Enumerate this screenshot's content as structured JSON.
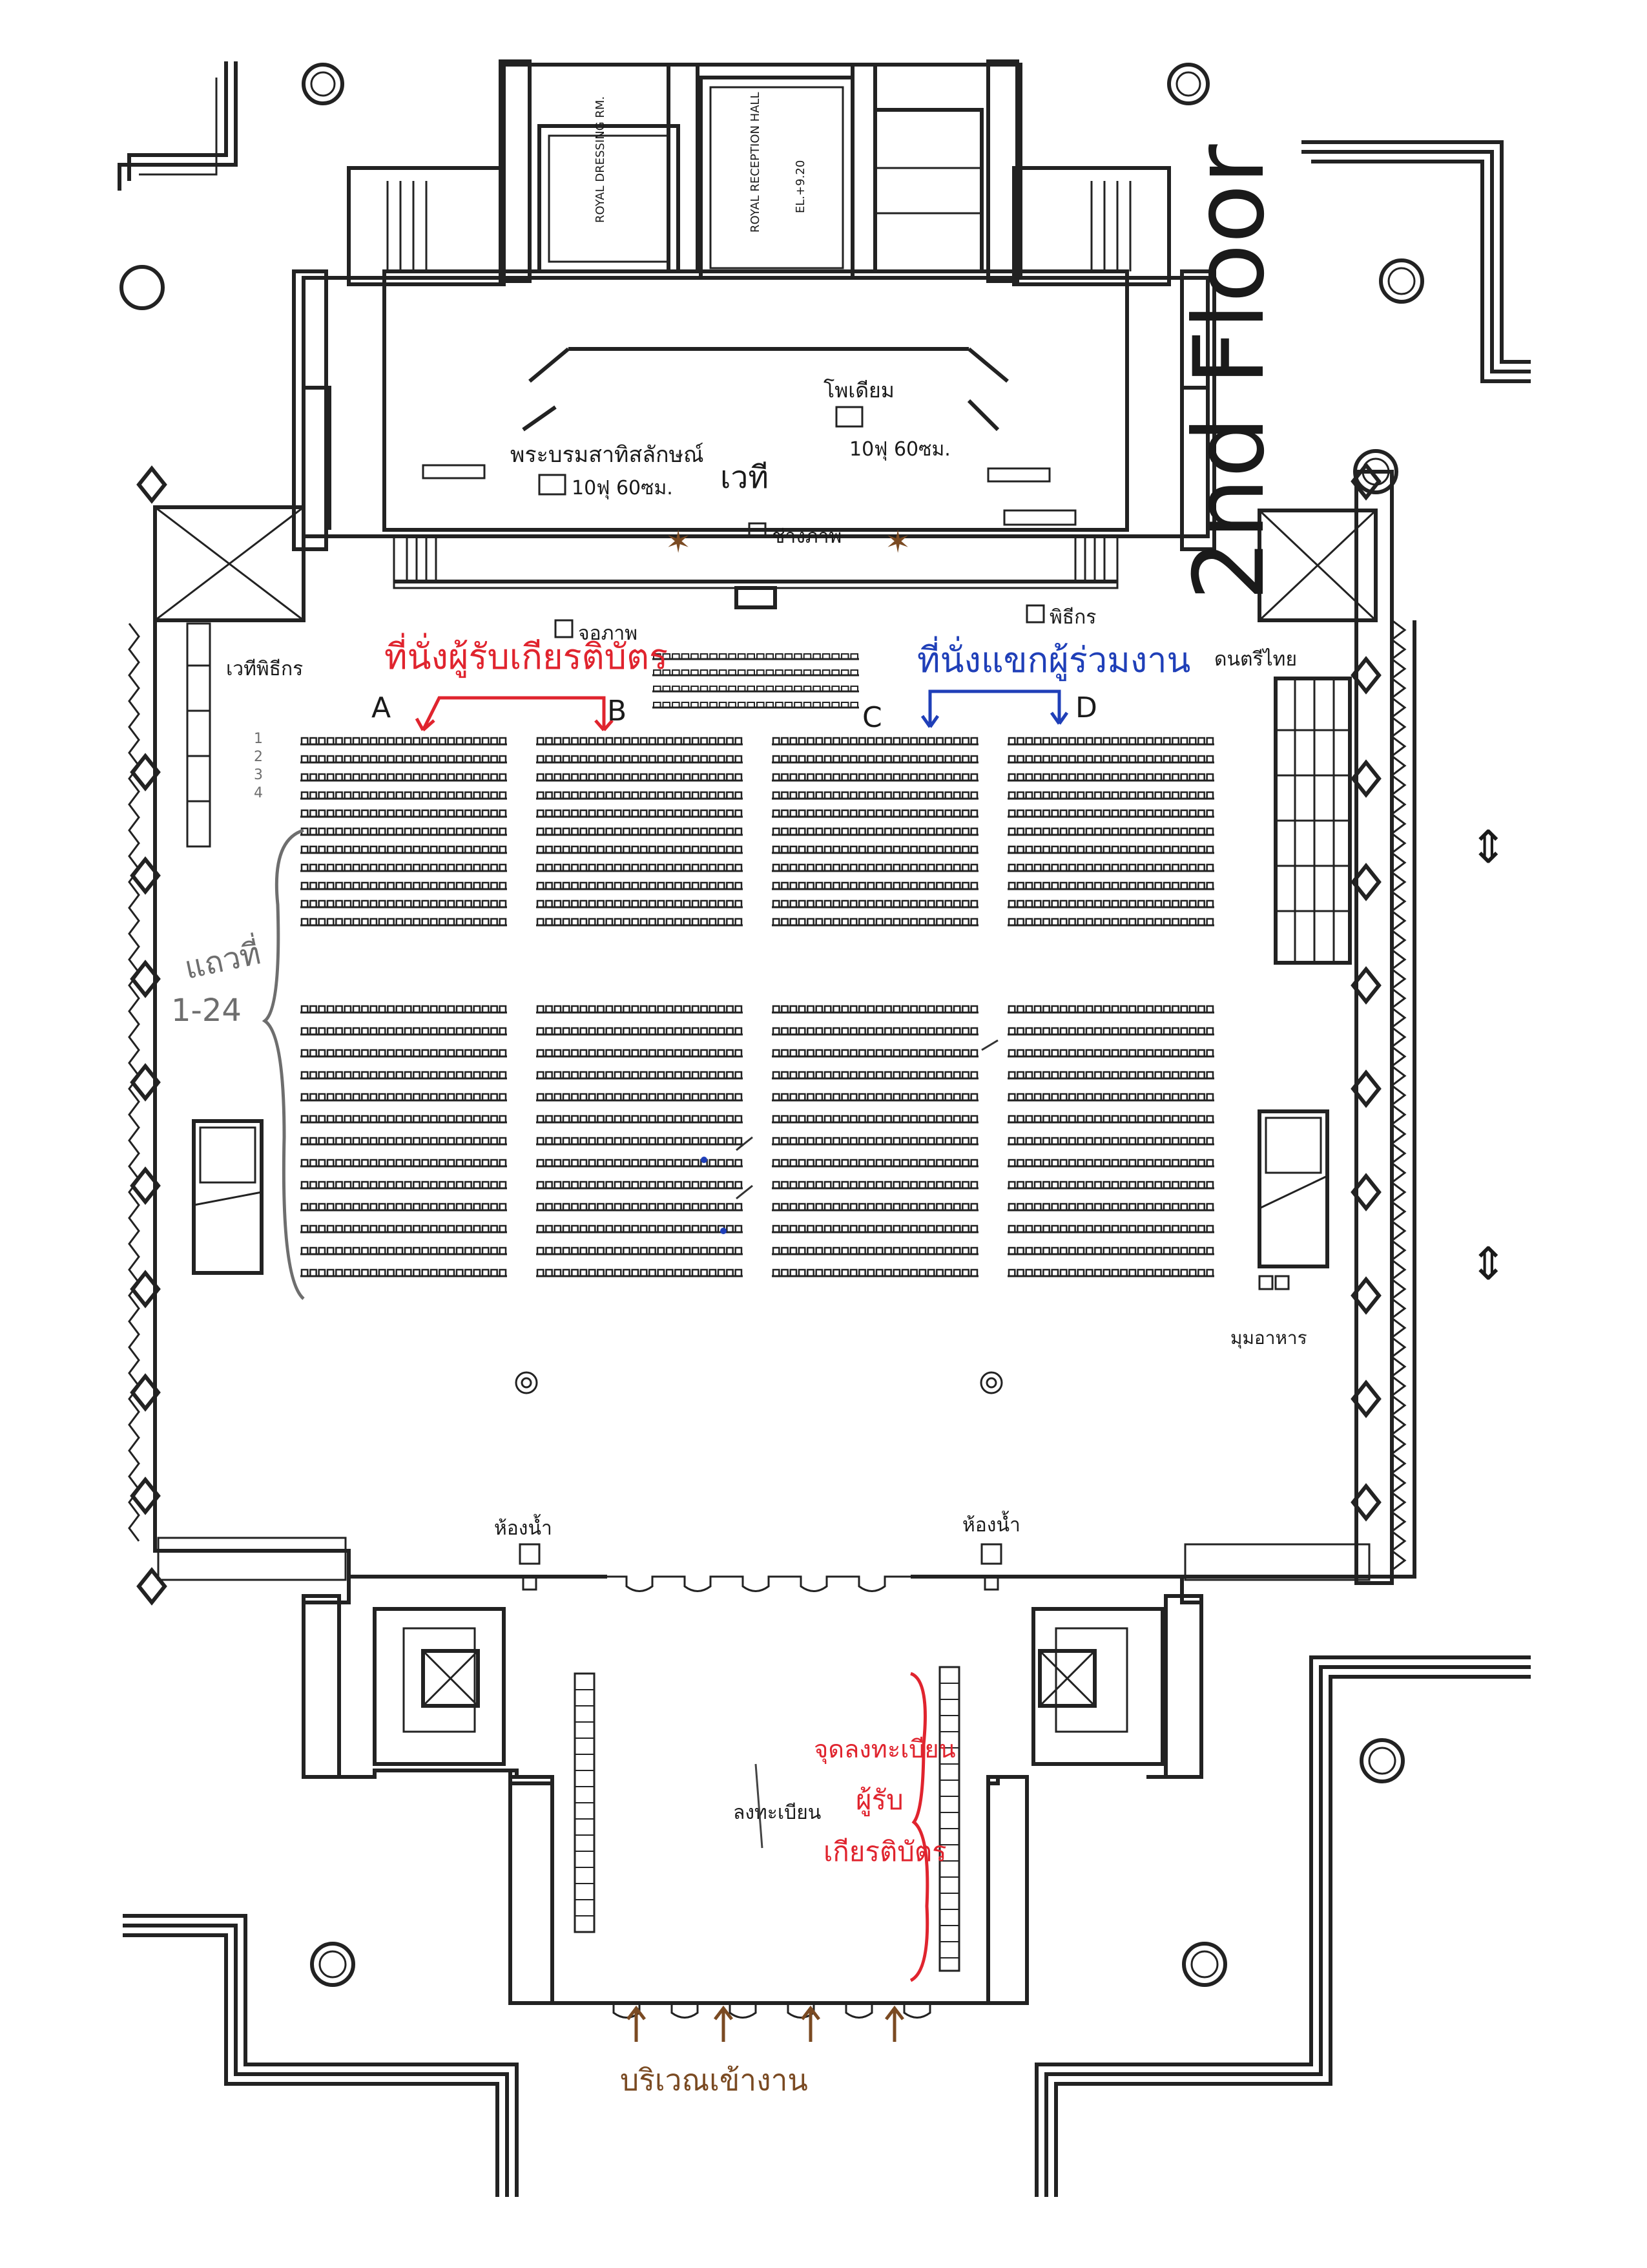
{
  "floor_title": "2nd Floor",
  "colors": {
    "ink": "#222222",
    "red_annotation": "#e0242e",
    "blue_annotation": "#1f3fb8",
    "brown_annotation": "#7a4a22",
    "gray_annotation": "#6e6e6e"
  },
  "rooms": {
    "royal_dressing": "ROYAL DRESSING RM.",
    "royal_reception": "ROYAL RECEPTION HALL",
    "elevation": "EL.+9.20"
  },
  "stage": {
    "label": "เวที",
    "portrait_label": "พระบรมสาทิสลักษณ์",
    "portrait_size": "10ฟุ 60ซม.",
    "podium_label": "โพเดียม",
    "podium_size": "10ฟุ 60ซม.",
    "photographer": "ช่างภาพ"
  },
  "side_labels": {
    "left_top": "เวทีพิธีกร",
    "monitor": "จอภาพ",
    "mc": "พิธีกร",
    "right_top": "ดนตรีไทย",
    "refreshments": "มุมอาหาร"
  },
  "seating": {
    "red_label": "ที่นั่งผู้รับเกียรติบัตร",
    "blue_label": "ที่นั่งแขกผู้ร่วมงาน",
    "blocks": [
      "A",
      "B",
      "C",
      "D"
    ],
    "row_label": "แถวที่",
    "row_range": "1-24",
    "row_numbers": [
      "1",
      "2",
      "3",
      "4"
    ]
  },
  "exits": {
    "left": "ห้องน้ำ",
    "right": "ห้องน้ำ"
  },
  "lobby": {
    "red_label_1": "จุดลงทะเบียน",
    "red_label_2": "ผู้รับ",
    "red_label_3": "เกียรติบัตร",
    "black_label": "ลงทะเบียน",
    "entrance": "บริเวณเข้างาน"
  },
  "icons": {
    "star": "star-icon",
    "double_arrow": "double-arrow-icon",
    "column": "round-column-icon"
  }
}
